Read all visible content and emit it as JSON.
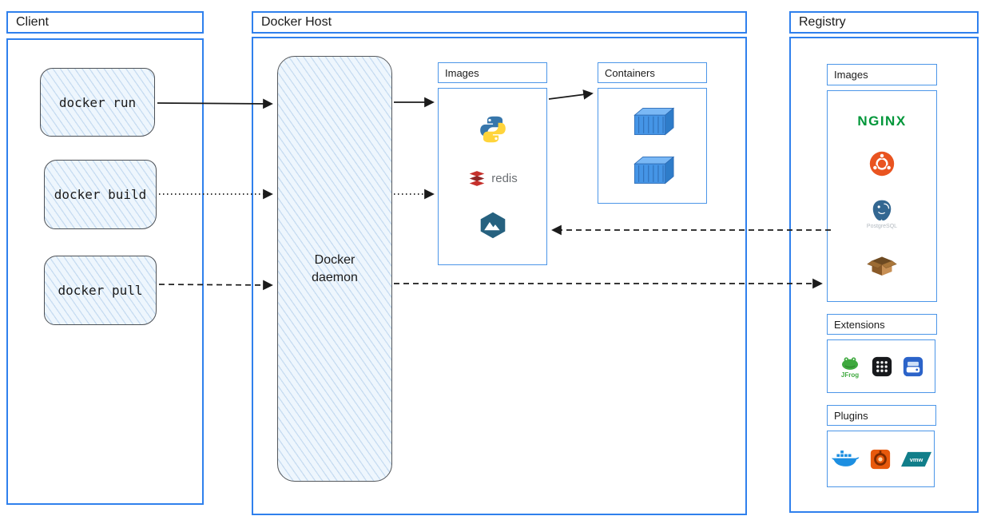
{
  "colors": {
    "section_border": "#2f80ed",
    "subbox_border": "#4c96e8",
    "sketch_border": "#4d5156",
    "hatch_fill": "#eef6fd",
    "edge": "#1b1b1b",
    "nginx_green": "#009639",
    "ubuntu_orange": "#E95420",
    "redis_red": "#c6302b",
    "docker_blue": "#1d8fe1"
  },
  "client": {
    "title": "Client",
    "commands": [
      {
        "label": "docker run"
      },
      {
        "label": "docker build"
      },
      {
        "label": "docker pull"
      }
    ]
  },
  "host": {
    "title": "Docker Host",
    "daemon_label": "Docker daemon",
    "images": {
      "title": "Images",
      "icons": [
        "python-icon",
        "redis-icon",
        "alpine-icon"
      ],
      "redis_label": "redis"
    },
    "containers": {
      "title": "Containers",
      "icons": [
        "container-icon",
        "container-icon"
      ]
    }
  },
  "registry": {
    "title": "Registry",
    "images": {
      "title": "Images",
      "icons": [
        "nginx-logo",
        "ubuntu-icon",
        "postgresql-icon",
        "busybox-icon"
      ],
      "nginx_label": "NGINX",
      "postgresql_label": "PostgreSQL"
    },
    "extensions": {
      "title": "Extensions",
      "icons": [
        "jfrog-icon",
        "grid-app-icon",
        "disk-app-icon"
      ],
      "jfrog_label": "JFrog"
    },
    "plugins": {
      "title": "Plugins",
      "icons": [
        "docker-whale-icon",
        "gear-plugin-icon",
        "vmware-icon"
      ],
      "vmware_label": "vmw"
    }
  },
  "edges": [
    {
      "from": "docker-run",
      "to": "docker-daemon",
      "style": "solid"
    },
    {
      "from": "docker-build",
      "to": "docker-daemon",
      "style": "dotted"
    },
    {
      "from": "docker-pull",
      "to": "docker-daemon",
      "style": "dashed"
    },
    {
      "from": "docker-daemon",
      "to": "host-images",
      "style": "solid"
    },
    {
      "from": "docker-daemon",
      "to": "host-images",
      "style": "dotted"
    },
    {
      "from": "host-images",
      "to": "containers",
      "style": "solid"
    },
    {
      "from": "registry-images",
      "to": "host-images",
      "style": "dashed"
    },
    {
      "from": "docker-daemon",
      "to": "registry",
      "style": "dashed"
    }
  ]
}
